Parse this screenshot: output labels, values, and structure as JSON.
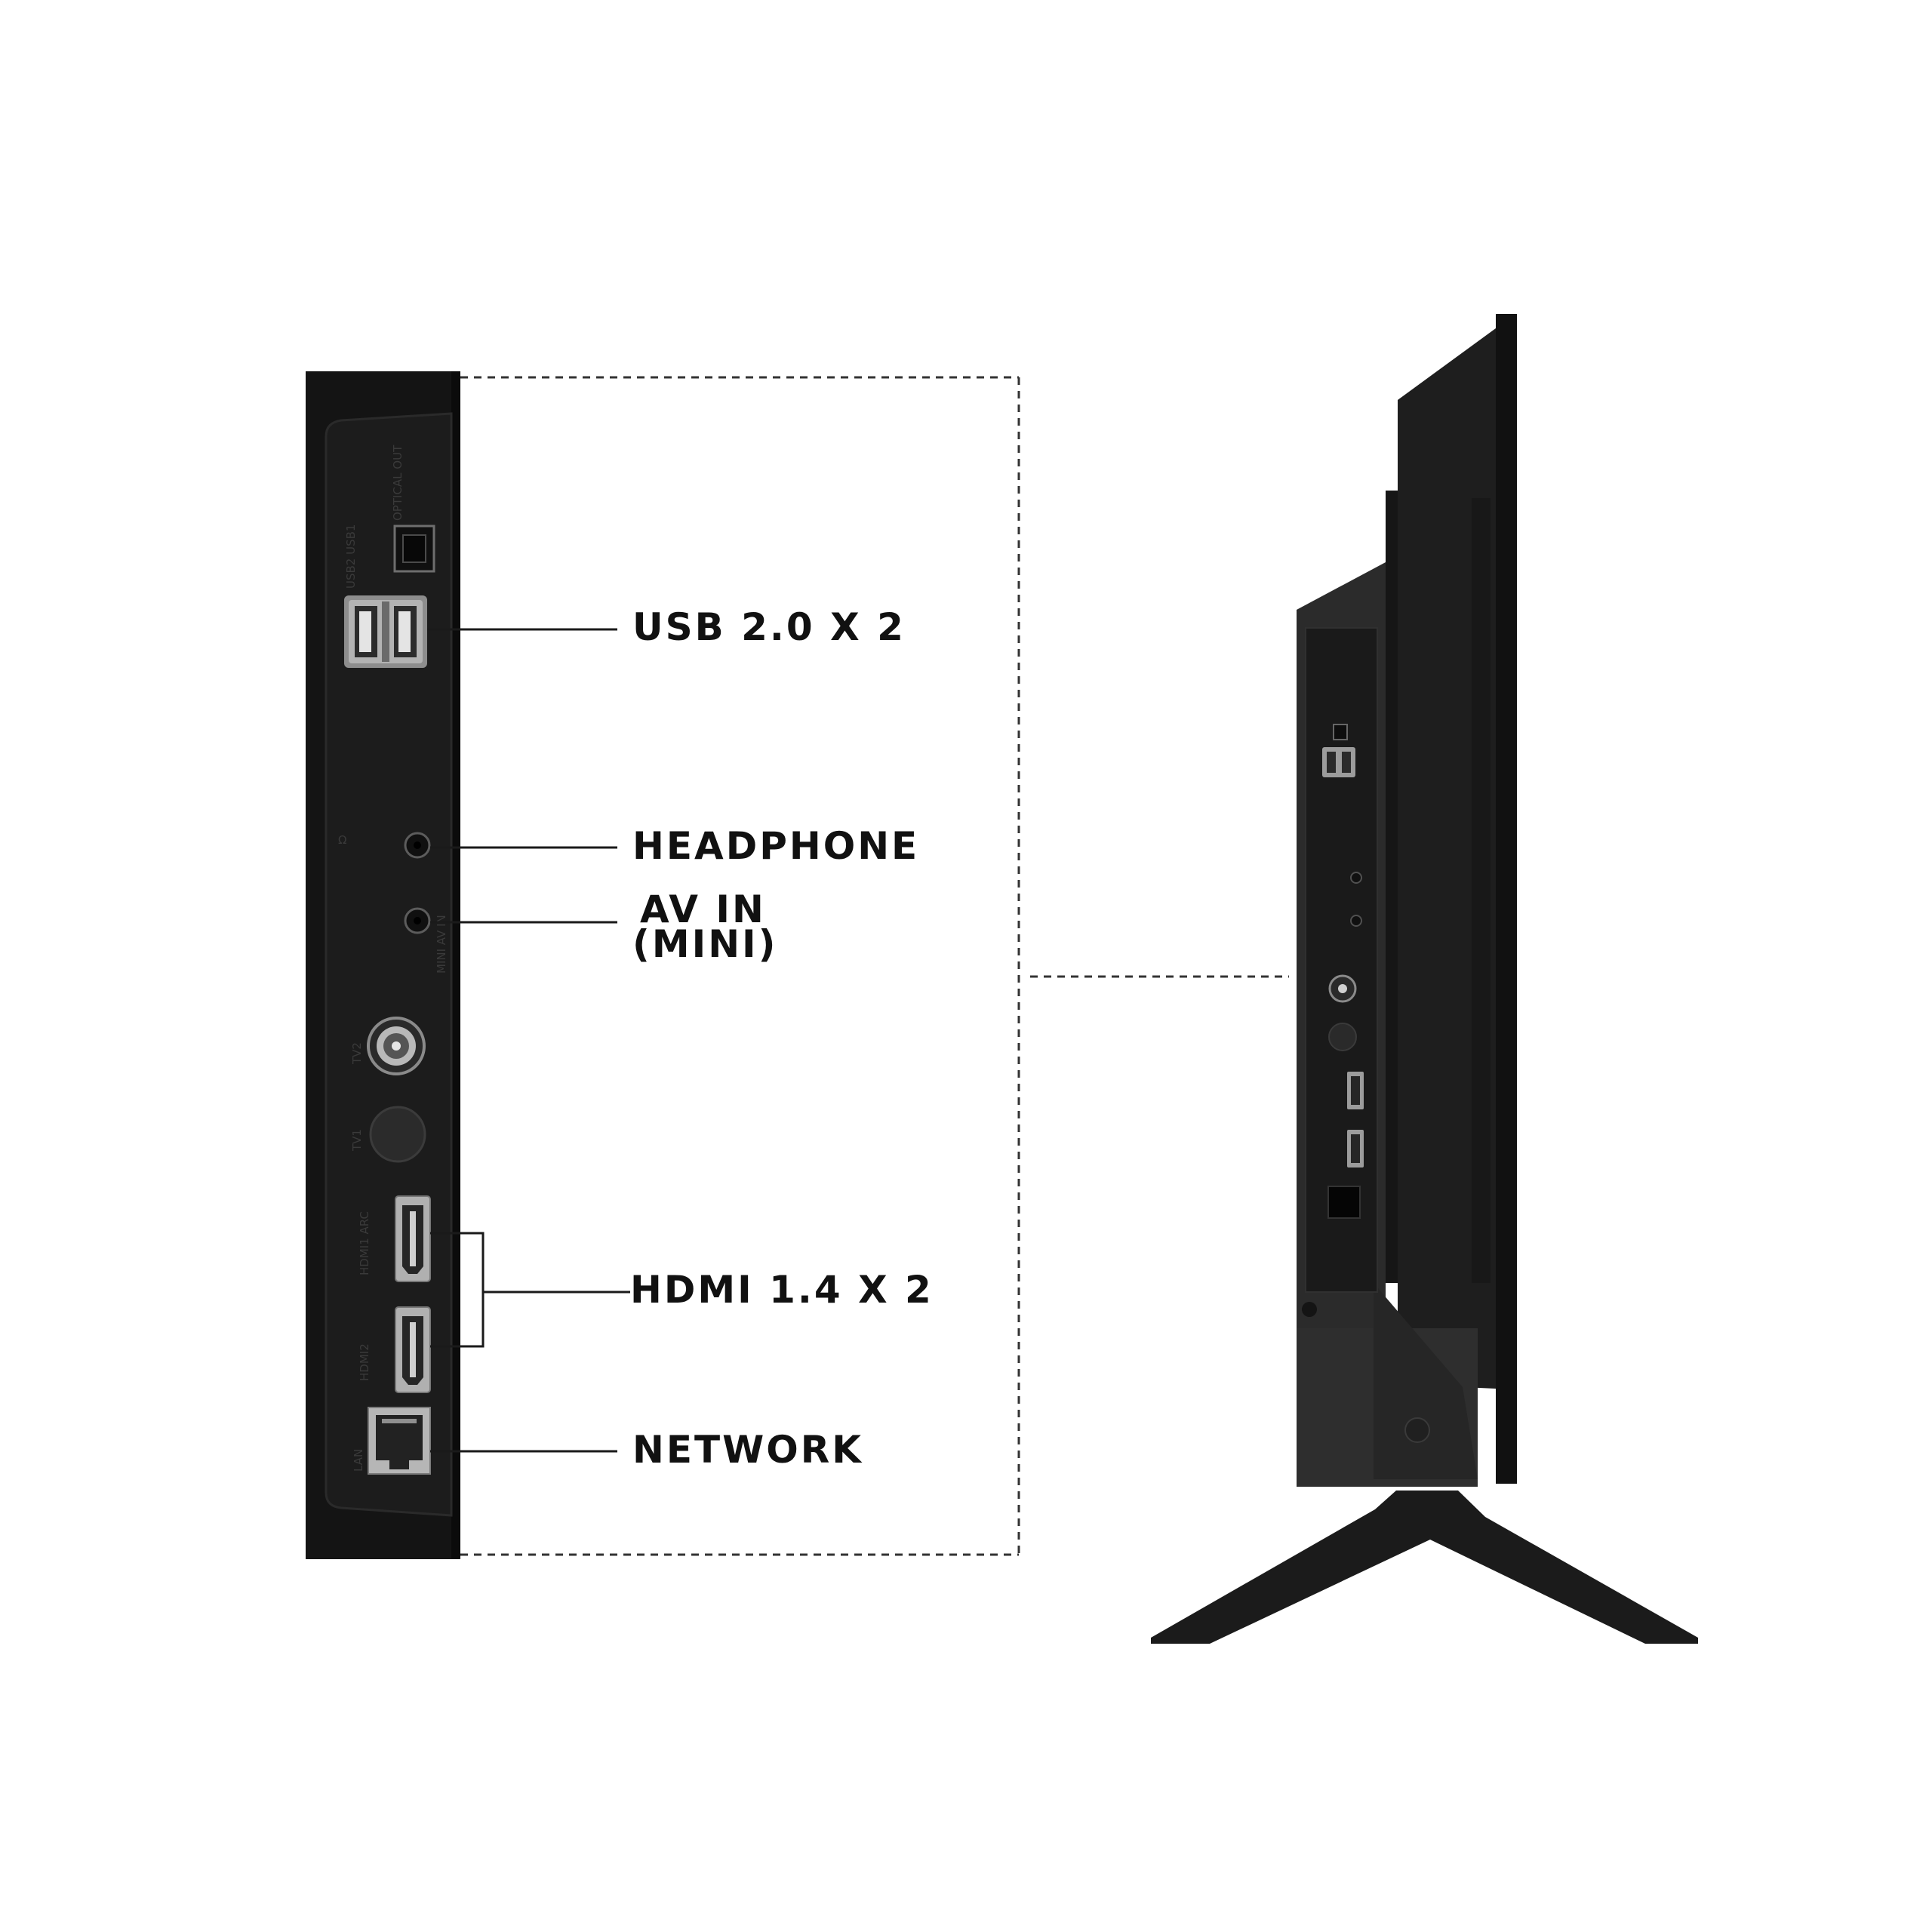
{
  "colors": {
    "background": "#ffffff",
    "panel": "#141414",
    "panel_inner": "#1c1c1c",
    "port_metal": "#9a9a9a",
    "leader_line": "#1a1a1a",
    "label": "#111111"
  },
  "callouts": {
    "usb": {
      "label": "USB 2.0 X 2",
      "icon": "usb-port-icon"
    },
    "headphone": {
      "label": "HEADPHONE",
      "icon": "headphone-jack-icon"
    },
    "av_in": {
      "line1": "AV IN",
      "line2": "(MINI)",
      "icon": "av-in-jack-icon"
    },
    "hdmi": {
      "label": "HDMI 1.4 X 2",
      "icon": "hdmi-port-icon"
    },
    "network": {
      "label": "NETWORK",
      "icon": "ethernet-port-icon"
    }
  },
  "panel_markings": {
    "optical": "OPTICAL OUT",
    "usb": "USB2 USB1",
    "headphone": "Ω",
    "av_in": "MINI AV IN",
    "tv2": "TV2",
    "tv1": "TV1",
    "hdmi1": "HDMI1 ARC",
    "hdmi2": "HDMI2",
    "lan": "LAN"
  }
}
